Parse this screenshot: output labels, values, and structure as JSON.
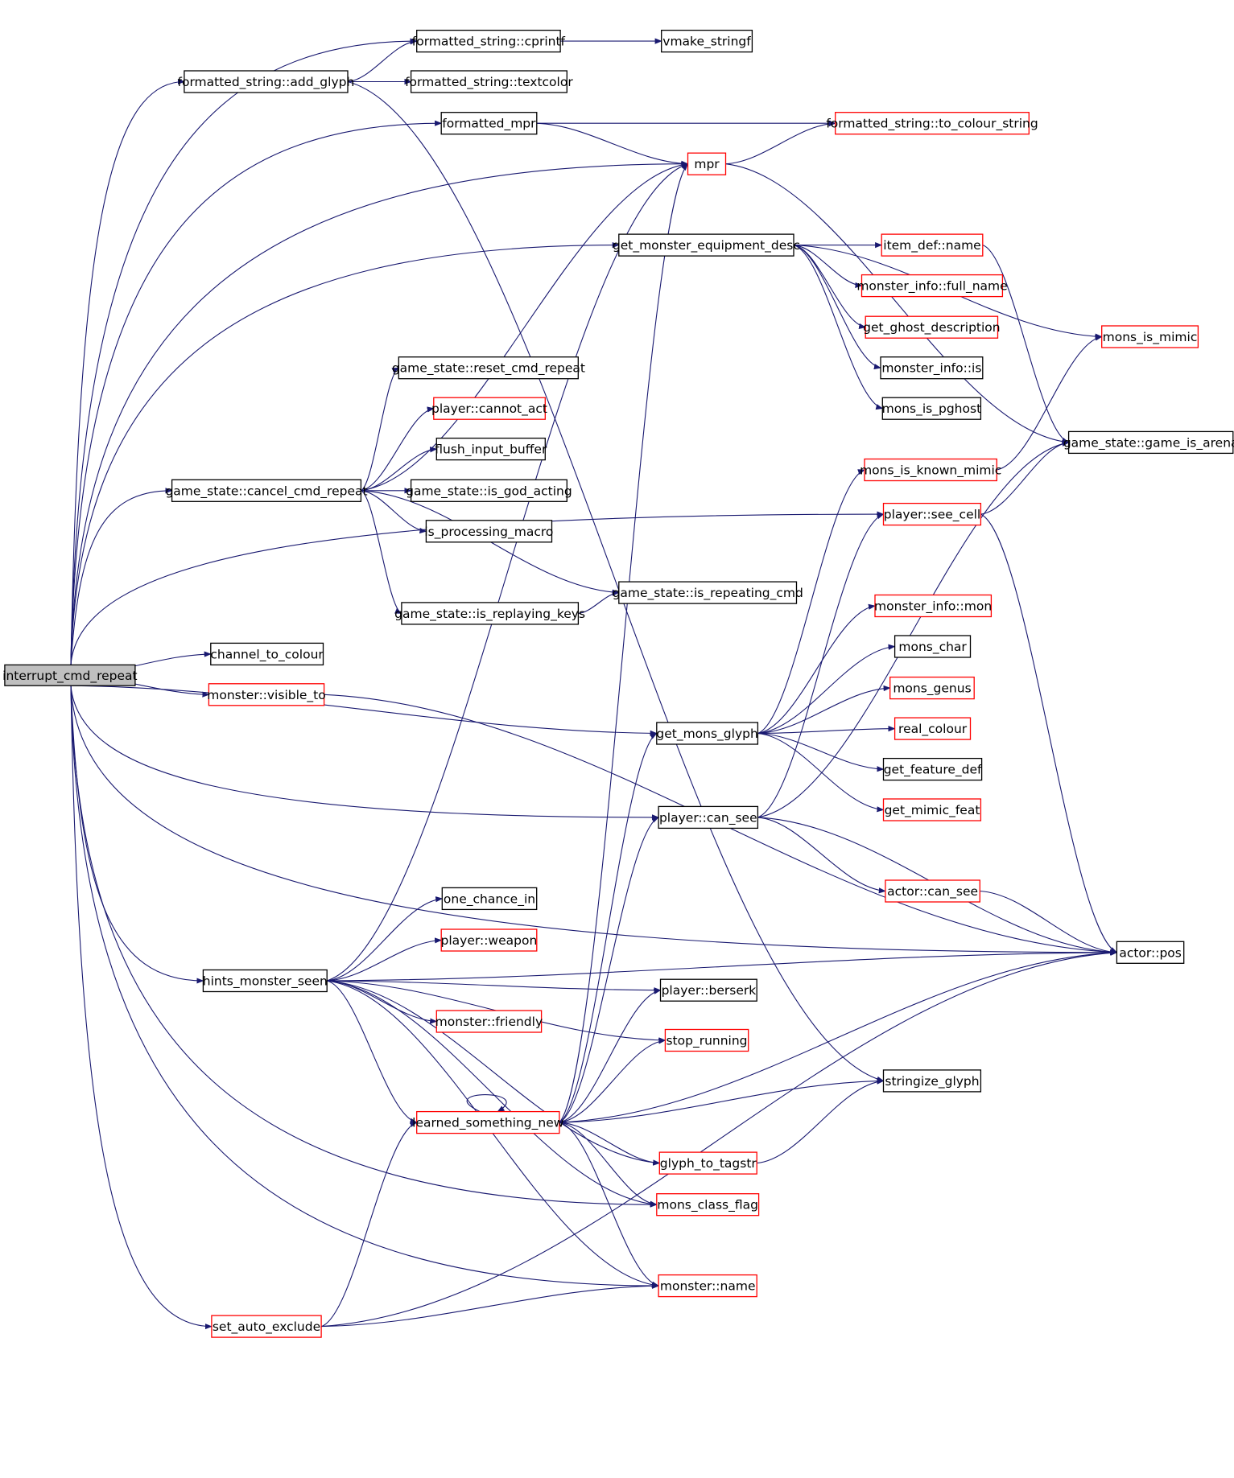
{
  "colors": {
    "edge": "#191970",
    "root_fill": "#bfbfbf",
    "border_black": "#000000",
    "border_red": "#ff0000"
  },
  "nodes": [
    {
      "id": "interrupt_cmd_repeat",
      "label": "interrupt_cmd_repeat",
      "style": "root"
    },
    {
      "id": "cprintf",
      "label": "formatted_string::cprintf",
      "style": "black"
    },
    {
      "id": "vmake_stringf",
      "label": "vmake_stringf",
      "style": "black"
    },
    {
      "id": "add_glyph",
      "label": "formatted_string::add_glyph",
      "style": "black"
    },
    {
      "id": "textcolor",
      "label": "formatted_string::textcolor",
      "style": "black"
    },
    {
      "id": "formatted_mpr",
      "label": "formatted_mpr",
      "style": "black"
    },
    {
      "id": "to_colour_string",
      "label": "formatted_string::to_colour_string",
      "style": "red"
    },
    {
      "id": "mpr",
      "label": "mpr",
      "style": "red"
    },
    {
      "id": "get_monster_equipment_desc",
      "label": "get_monster_equipment_desc",
      "style": "black"
    },
    {
      "id": "item_def_name",
      "label": "item_def::name",
      "style": "red"
    },
    {
      "id": "monster_info_full_name",
      "label": "monster_info::full_name",
      "style": "red"
    },
    {
      "id": "get_ghost_description",
      "label": "get_ghost_description",
      "style": "red"
    },
    {
      "id": "monster_info_is",
      "label": "monster_info::is",
      "style": "black"
    },
    {
      "id": "mons_is_pghost",
      "label": "mons_is_pghost",
      "style": "black"
    },
    {
      "id": "mons_is_mimic",
      "label": "mons_is_mimic",
      "style": "red"
    },
    {
      "id": "game_is_arena",
      "label": "game_state::game_is_arena",
      "style": "black"
    },
    {
      "id": "reset_cmd_repeat",
      "label": "game_state::reset_cmd_repeat",
      "style": "black"
    },
    {
      "id": "cannot_act",
      "label": "player::cannot_act",
      "style": "red"
    },
    {
      "id": "flush_input_buffer",
      "label": "flush_input_buffer",
      "style": "black"
    },
    {
      "id": "cancel_cmd_repeat",
      "label": "game_state::cancel_cmd_repeat",
      "style": "black"
    },
    {
      "id": "is_god_acting",
      "label": "game_state::is_god_acting",
      "style": "black"
    },
    {
      "id": "is_processing_macro",
      "label": "is_processing_macro",
      "style": "black"
    },
    {
      "id": "mons_is_known_mimic",
      "label": "mons_is_known_mimic",
      "style": "red"
    },
    {
      "id": "see_cell",
      "label": "player::see_cell",
      "style": "red"
    },
    {
      "id": "is_repeating_cmd",
      "label": "game_state::is_repeating_cmd",
      "style": "black"
    },
    {
      "id": "is_replaying_keys",
      "label": "game_state::is_replaying_keys",
      "style": "black"
    },
    {
      "id": "monster_info_mon",
      "label": "monster_info::mon",
      "style": "red"
    },
    {
      "id": "channel_to_colour",
      "label": "channel_to_colour",
      "style": "black"
    },
    {
      "id": "mons_char",
      "label": "mons_char",
      "style": "black"
    },
    {
      "id": "visible_to",
      "label": "monster::visible_to",
      "style": "red"
    },
    {
      "id": "mons_genus",
      "label": "mons_genus",
      "style": "red"
    },
    {
      "id": "real_colour",
      "label": "real_colour",
      "style": "red"
    },
    {
      "id": "get_mons_glyph",
      "label": "get_mons_glyph",
      "style": "black"
    },
    {
      "id": "get_feature_def",
      "label": "get_feature_def",
      "style": "black"
    },
    {
      "id": "get_mimic_feat",
      "label": "get_mimic_feat",
      "style": "red"
    },
    {
      "id": "player_can_see",
      "label": "player::can_see",
      "style": "black"
    },
    {
      "id": "actor_can_see",
      "label": "actor::can_see",
      "style": "red"
    },
    {
      "id": "one_chance_in",
      "label": "one_chance_in",
      "style": "black"
    },
    {
      "id": "player_weapon",
      "label": "player::weapon",
      "style": "red"
    },
    {
      "id": "actor_pos",
      "label": "actor::pos",
      "style": "black"
    },
    {
      "id": "hints_monster_seen",
      "label": "hints_monster_seen",
      "style": "black"
    },
    {
      "id": "player_berserk",
      "label": "player::berserk",
      "style": "black"
    },
    {
      "id": "monster_friendly",
      "label": "monster::friendly",
      "style": "red"
    },
    {
      "id": "stop_running",
      "label": "stop_running",
      "style": "red"
    },
    {
      "id": "stringize_glyph",
      "label": "stringize_glyph",
      "style": "black"
    },
    {
      "id": "learned_something_new",
      "label": "learned_something_new",
      "style": "red"
    },
    {
      "id": "glyph_to_tagstr",
      "label": "glyph_to_tagstr",
      "style": "red"
    },
    {
      "id": "mons_class_flag",
      "label": "mons_class_flag",
      "style": "red"
    },
    {
      "id": "monster_name",
      "label": "monster::name",
      "style": "red"
    },
    {
      "id": "set_auto_exclude",
      "label": "set_auto_exclude",
      "style": "red"
    }
  ],
  "edges": [
    [
      "interrupt_cmd_repeat",
      "cprintf"
    ],
    [
      "interrupt_cmd_repeat",
      "add_glyph"
    ],
    [
      "interrupt_cmd_repeat",
      "formatted_mpr"
    ],
    [
      "interrupt_cmd_repeat",
      "mpr"
    ],
    [
      "interrupt_cmd_repeat",
      "get_monster_equipment_desc"
    ],
    [
      "interrupt_cmd_repeat",
      "see_cell"
    ],
    [
      "interrupt_cmd_repeat",
      "cancel_cmd_repeat"
    ],
    [
      "interrupt_cmd_repeat",
      "channel_to_colour"
    ],
    [
      "interrupt_cmd_repeat",
      "visible_to"
    ],
    [
      "interrupt_cmd_repeat",
      "get_mons_glyph"
    ],
    [
      "interrupt_cmd_repeat",
      "player_can_see"
    ],
    [
      "interrupt_cmd_repeat",
      "hints_monster_seen"
    ],
    [
      "interrupt_cmd_repeat",
      "mons_class_flag"
    ],
    [
      "interrupt_cmd_repeat",
      "monster_name"
    ],
    [
      "interrupt_cmd_repeat",
      "set_auto_exclude"
    ],
    [
      "interrupt_cmd_repeat",
      "actor_pos"
    ],
    [
      "add_glyph",
      "cprintf"
    ],
    [
      "add_glyph",
      "textcolor"
    ],
    [
      "add_glyph",
      "stringize_glyph"
    ],
    [
      "cprintf",
      "vmake_stringf"
    ],
    [
      "formatted_mpr",
      "to_colour_string"
    ],
    [
      "formatted_mpr",
      "mpr"
    ],
    [
      "mpr",
      "to_colour_string"
    ],
    [
      "mpr",
      "game_is_arena"
    ],
    [
      "get_monster_equipment_desc",
      "item_def_name"
    ],
    [
      "get_monster_equipment_desc",
      "monster_info_full_name"
    ],
    [
      "get_monster_equipment_desc",
      "get_ghost_description"
    ],
    [
      "get_monster_equipment_desc",
      "monster_info_is"
    ],
    [
      "get_monster_equipment_desc",
      "mons_is_pghost"
    ],
    [
      "get_monster_equipment_desc",
      "mons_is_mimic"
    ],
    [
      "item_def_name",
      "game_is_arena"
    ],
    [
      "cancel_cmd_repeat",
      "reset_cmd_repeat"
    ],
    [
      "cancel_cmd_repeat",
      "cannot_act"
    ],
    [
      "cancel_cmd_repeat",
      "flush_input_buffer"
    ],
    [
      "cancel_cmd_repeat",
      "is_god_acting"
    ],
    [
      "cancel_cmd_repeat",
      "is_processing_macro"
    ],
    [
      "cancel_cmd_repeat",
      "is_repeating_cmd"
    ],
    [
      "cancel_cmd_repeat",
      "is_replaying_keys"
    ],
    [
      "cancel_cmd_repeat",
      "mpr"
    ],
    [
      "is_replaying_keys",
      "is_repeating_cmd"
    ],
    [
      "mons_is_known_mimic",
      "mons_is_mimic"
    ],
    [
      "see_cell",
      "game_is_arena"
    ],
    [
      "see_cell",
      "actor_pos"
    ],
    [
      "visible_to",
      "actor_pos"
    ],
    [
      "get_mons_glyph",
      "mons_is_known_mimic"
    ],
    [
      "get_mons_glyph",
      "monster_info_mon"
    ],
    [
      "get_mons_glyph",
      "mons_char"
    ],
    [
      "get_mons_glyph",
      "mons_genus"
    ],
    [
      "get_mons_glyph",
      "real_colour"
    ],
    [
      "get_mons_glyph",
      "get_feature_def"
    ],
    [
      "get_mons_glyph",
      "get_mimic_feat"
    ],
    [
      "player_can_see",
      "see_cell"
    ],
    [
      "player_can_see",
      "actor_can_see"
    ],
    [
      "player_can_see",
      "actor_pos"
    ],
    [
      "player_can_see",
      "game_is_arena"
    ],
    [
      "actor_can_see",
      "actor_pos"
    ],
    [
      "hints_monster_seen",
      "mpr"
    ],
    [
      "hints_monster_seen",
      "one_chance_in"
    ],
    [
      "hints_monster_seen",
      "player_weapon"
    ],
    [
      "hints_monster_seen",
      "actor_pos"
    ],
    [
      "hints_monster_seen",
      "player_berserk"
    ],
    [
      "hints_monster_seen",
      "monster_friendly"
    ],
    [
      "hints_monster_seen",
      "stop_running"
    ],
    [
      "hints_monster_seen",
      "learned_something_new"
    ],
    [
      "hints_monster_seen",
      "glyph_to_tagstr"
    ],
    [
      "hints_monster_seen",
      "mons_class_flag"
    ],
    [
      "hints_monster_seen",
      "monster_name"
    ],
    [
      "learned_something_new",
      "learned_something_new"
    ],
    [
      "learned_something_new",
      "mpr"
    ],
    [
      "learned_something_new",
      "get_mons_glyph"
    ],
    [
      "learned_something_new",
      "player_can_see"
    ],
    [
      "learned_something_new",
      "player_berserk"
    ],
    [
      "learned_something_new",
      "stop_running"
    ],
    [
      "learned_something_new",
      "stringize_glyph"
    ],
    [
      "learned_something_new",
      "glyph_to_tagstr"
    ],
    [
      "learned_something_new",
      "mons_class_flag"
    ],
    [
      "learned_something_new",
      "monster_name"
    ],
    [
      "learned_something_new",
      "actor_pos"
    ],
    [
      "glyph_to_tagstr",
      "stringize_glyph"
    ],
    [
      "set_auto_exclude",
      "learned_something_new"
    ],
    [
      "set_auto_exclude",
      "monster_name"
    ],
    [
      "set_auto_exclude",
      "actor_pos"
    ]
  ]
}
